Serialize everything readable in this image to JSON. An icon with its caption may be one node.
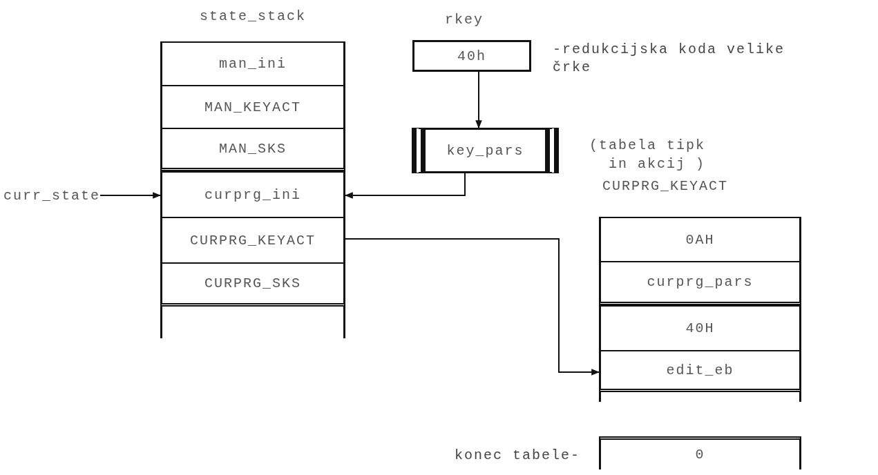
{
  "diagram": {
    "nodes": [
      {
        "text": [
          "state_stack"
        ]
      },
      {
        "text": [
          "man_ini"
        ],
        "in": 0
      },
      {
        "text": [
          "MAN_KEYACT"
        ],
        "in": 0
      },
      {
        "text": [
          "MAN_SKS"
        ],
        "in": 0
      },
      {
        "text": [
          "curprg_ini"
        ],
        "in": 0
      },
      {
        "text": [
          "CURPRG_KEYACT"
        ],
        "in": 0
      },
      {
        "text": [
          "CURPRG_SKS"
        ],
        "in": 0
      },
      {
        "text": [],
        "shape": "box",
        "in": 0
      },
      {
        "text": [
          "rkey",
          "40h"
        ],
        "beside": [
          "-redukcijska koda velike črke"
        ]
      },
      {
        "text": [
          "key_pars"
        ]
      },
      {
        "text": [
          "curr_state"
        ]
      },
      {
        "text": [
          "(tabela tipk in akcij )",
          "CURPRG_KEYACT"
        ]
      },
      {
        "text": [
          "0AH"
        ],
        "in": 11
      },
      {
        "text": [
          "curprg_pars"
        ],
        "in": 11
      },
      {
        "text": [
          "40H"
        ],
        "in": 11
      },
      {
        "text": [
          "edit_eb"
        ],
        "in": 11
      },
      {
        "text": [],
        "shape": "box",
        "in": 11
      },
      {
        "text": [
          "0"
        ],
        "in": 11,
        "beside": [
          "konec tabele-"
        ]
      }
    ],
    "edges": [
      {
        "from": 8,
        "to": 9,
        "arrow": "to"
      },
      {
        "from": 9,
        "to": 4,
        "arrow": "to"
      },
      {
        "from": 10,
        "to": 4,
        "arrow": "to"
      },
      {
        "from": 5,
        "to": 15,
        "arrow": "to"
      }
    ]
  }
}
